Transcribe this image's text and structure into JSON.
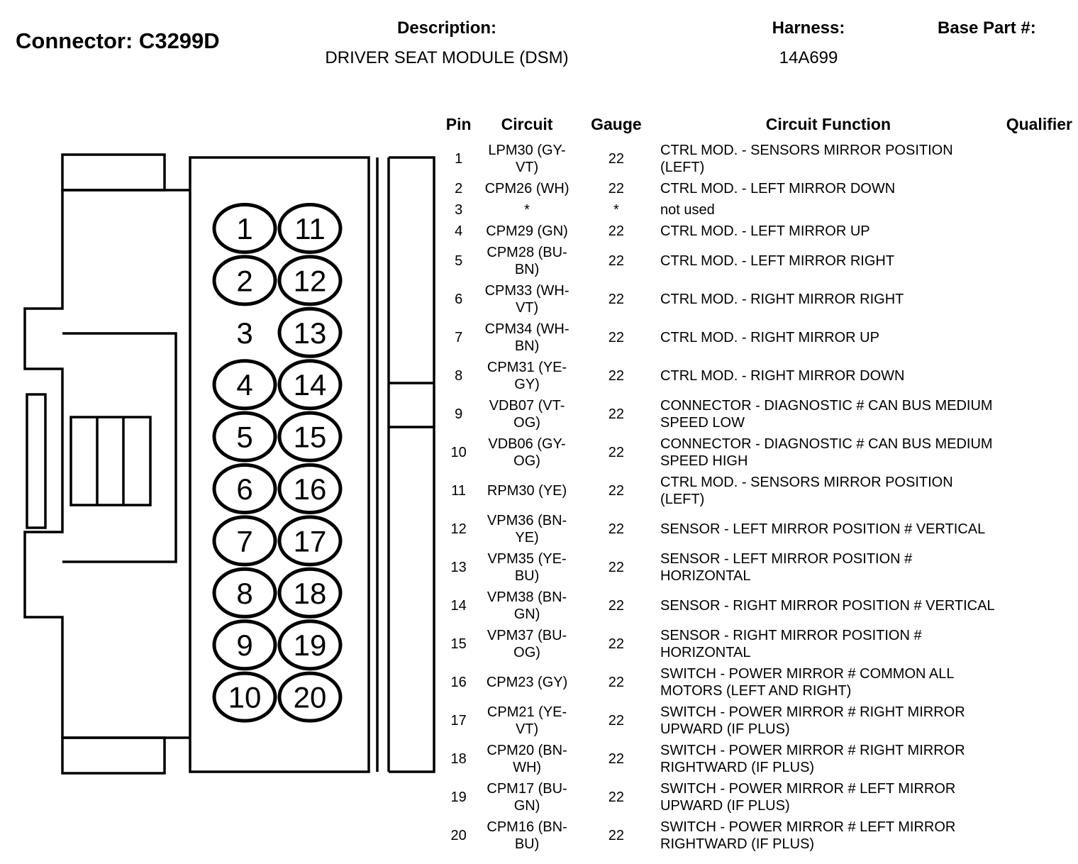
{
  "header": {
    "connector_label": "Connector: C3299D",
    "description_label": "Description:",
    "description_value": "DRIVER SEAT MODULE (DSM)",
    "harness_label": "Harness:",
    "harness_value": "14A699",
    "base_part_label": "Base Part #:"
  },
  "table": {
    "columns": [
      "Pin",
      "Circuit",
      "Gauge",
      "Circuit Function",
      "Qualifier"
    ],
    "rows": [
      {
        "pin": "1",
        "circuit": "LPM30 (GY-VT)",
        "gauge": "22",
        "function": "CTRL MOD. - SENSORS MIRROR POSITION (LEFT)",
        "qualifier": ""
      },
      {
        "pin": "2",
        "circuit": "CPM26 (WH)",
        "gauge": "22",
        "function": "CTRL MOD. - LEFT MIRROR DOWN",
        "qualifier": ""
      },
      {
        "pin": "3",
        "circuit": "*",
        "gauge": "*",
        "function": "not used",
        "qualifier": ""
      },
      {
        "pin": "4",
        "circuit": "CPM29 (GN)",
        "gauge": "22",
        "function": "CTRL MOD. - LEFT MIRROR UP",
        "qualifier": ""
      },
      {
        "pin": "5",
        "circuit": "CPM28 (BU-BN)",
        "gauge": "22",
        "function": "CTRL MOD. - LEFT MIRROR RIGHT",
        "qualifier": ""
      },
      {
        "pin": "6",
        "circuit": "CPM33 (WH-VT)",
        "gauge": "22",
        "function": "CTRL MOD. - RIGHT MIRROR RIGHT",
        "qualifier": ""
      },
      {
        "pin": "7",
        "circuit": "CPM34 (WH-BN)",
        "gauge": "22",
        "function": "CTRL MOD. - RIGHT MIRROR UP",
        "qualifier": ""
      },
      {
        "pin": "8",
        "circuit": "CPM31 (YE-GY)",
        "gauge": "22",
        "function": "CTRL MOD. - RIGHT MIRROR DOWN",
        "qualifier": ""
      },
      {
        "pin": "9",
        "circuit": "VDB07 (VT-OG)",
        "gauge": "22",
        "function": "CONNECTOR - DIAGNOSTIC # CAN BUS MEDIUM SPEED LOW",
        "qualifier": ""
      },
      {
        "pin": "10",
        "circuit": "VDB06 (GY-OG)",
        "gauge": "22",
        "function": "CONNECTOR - DIAGNOSTIC # CAN BUS MEDIUM SPEED HIGH",
        "qualifier": ""
      },
      {
        "pin": "11",
        "circuit": "RPM30 (YE)",
        "gauge": "22",
        "function": "CTRL MOD. - SENSORS MIRROR POSITION (LEFT)",
        "qualifier": ""
      },
      {
        "pin": "12",
        "circuit": "VPM36 (BN-YE)",
        "gauge": "22",
        "function": "SENSOR - LEFT MIRROR POSITION # VERTICAL",
        "qualifier": ""
      },
      {
        "pin": "13",
        "circuit": "VPM35 (YE-BU)",
        "gauge": "22",
        "function": "SENSOR - LEFT MIRROR POSITION # HORIZONTAL",
        "qualifier": ""
      },
      {
        "pin": "14",
        "circuit": "VPM38 (BN-GN)",
        "gauge": "22",
        "function": "SENSOR - RIGHT MIRROR POSITION # VERTICAL",
        "qualifier": ""
      },
      {
        "pin": "15",
        "circuit": "VPM37 (BU-OG)",
        "gauge": "22",
        "function": "SENSOR - RIGHT MIRROR POSITION # HORIZONTAL",
        "qualifier": ""
      },
      {
        "pin": "16",
        "circuit": "CPM23 (GY)",
        "gauge": "22",
        "function": "SWITCH - POWER MIRROR # COMMON ALL MOTORS (LEFT AND RIGHT)",
        "qualifier": ""
      },
      {
        "pin": "17",
        "circuit": "CPM21 (YE-VT)",
        "gauge": "22",
        "function": "SWITCH - POWER MIRROR # RIGHT MIRROR UPWARD (IF PLUS)",
        "qualifier": ""
      },
      {
        "pin": "18",
        "circuit": "CPM20 (BN-WH)",
        "gauge": "22",
        "function": "SWITCH - POWER MIRROR # RIGHT MIRROR RIGHTWARD (IF PLUS)",
        "qualifier": ""
      },
      {
        "pin": "19",
        "circuit": "CPM17 (BU-GN)",
        "gauge": "22",
        "function": "SWITCH - POWER MIRROR # LEFT MIRROR UPWARD (IF PLUS)",
        "qualifier": ""
      },
      {
        "pin": "20",
        "circuit": "CPM16 (BN-BU)",
        "gauge": "22",
        "function": "SWITCH - POWER MIRROR # LEFT MIRROR RIGHTWARD (IF PLUS)",
        "qualifier": ""
      }
    ]
  },
  "connector": {
    "pins": [
      {
        "label": "1",
        "circled": true
      },
      {
        "label": "2",
        "circled": true
      },
      {
        "label": "3",
        "circled": false
      },
      {
        "label": "4",
        "circled": true
      },
      {
        "label": "5",
        "circled": true
      },
      {
        "label": "6",
        "circled": true
      },
      {
        "label": "7",
        "circled": true
      },
      {
        "label": "8",
        "circled": true
      },
      {
        "label": "9",
        "circled": true
      },
      {
        "label": "10",
        "circled": true
      },
      {
        "label": "11",
        "circled": true
      },
      {
        "label": "12",
        "circled": true
      },
      {
        "label": "13",
        "circled": true
      },
      {
        "label": "14",
        "circled": true
      },
      {
        "label": "15",
        "circled": true
      },
      {
        "label": "16",
        "circled": true
      },
      {
        "label": "17",
        "circled": true
      },
      {
        "label": "18",
        "circled": true
      },
      {
        "label": "19",
        "circled": true
      },
      {
        "label": "20",
        "circled": true
      }
    ]
  }
}
